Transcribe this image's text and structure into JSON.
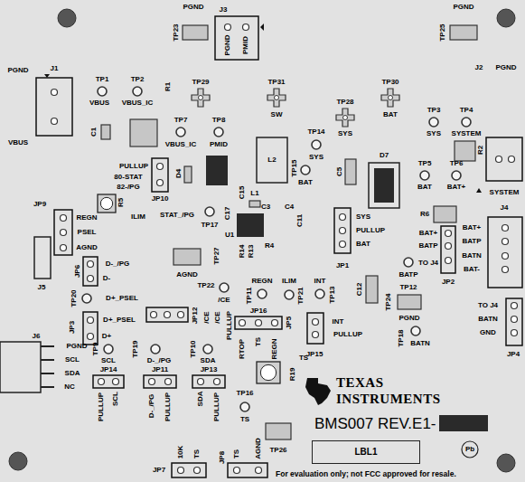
{
  "diagram": {
    "nodes": [
      {
        "text": [
          "LBL1"
        ]
      }
    ],
    "labels": [
      "PGND",
      "TP23",
      "J3",
      "PGND",
      "PMID",
      "PGND",
      "TP25",
      "PGND",
      "J1",
      "VBUS",
      "TP1",
      "VBUS",
      "TP2",
      "VBUS_IC",
      "TP29",
      "TP7",
      "VBUS_IC",
      "TP8",
      "PMID",
      "TP31",
      "SW",
      "TP28",
      "SYS",
      "TP30",
      "BAT",
      "TP3",
      "SYS",
      "TP4",
      "SYSTEM",
      "J2",
      "PGND",
      "SYSTEM",
      "TP14",
      "SYS",
      "TP15",
      "BAT",
      "TP5",
      "BAT",
      "TP6",
      "BAT+",
      "J4",
      "BAT+",
      "BATP",
      "BATN",
      "BAT-",
      "BAT+",
      "BATP",
      "TO J4",
      "JP2",
      "TO J4",
      "BATN",
      "GND",
      "JP4",
      "PGND",
      "TP24",
      "BATP",
      "TP12",
      "C12",
      "TP18",
      "BATN",
      "SYS",
      "PULLUP",
      "BAT",
      "JP1",
      "INT",
      "TP13",
      "INT",
      "PULLUP",
      "JP15",
      "ILIM",
      "TP21",
      "REGN",
      "TP11",
      "JP16",
      "RTOP",
      "TS",
      "REGN",
      "JP5",
      "TS",
      "R19",
      "TEXAS",
      "INSTRUMENTS",
      "BMS007 REV.E1-",
      "For evaluation only; not FCC approved for resale.",
      "TP16",
      "TS",
      "TP26",
      "JP7",
      "10K",
      "TS",
      "JP8",
      "TS",
      "AGND",
      "JP9",
      "REGN",
      "PSEL",
      "AGND",
      "PULLUP",
      "80-STAT",
      "82-/PG",
      "JP10",
      "ILIM",
      "STAT_/PG",
      "TP17",
      "AGND",
      "TP27",
      "JP6",
      "D-_/PG",
      "D-",
      "TP20",
      "D+_PSEL",
      "JP3",
      "D+_PSEL",
      "D+",
      "TP22",
      "/CE",
      "JP12",
      "/CE",
      "/CE",
      "PULLUP",
      "J6",
      "PGND",
      "SCL",
      "SDA",
      "NC",
      "TP9",
      "SCL",
      "TP19",
      "D-_/PG",
      "TP10",
      "SDA",
      "JP14",
      "PULLUP",
      "SCL",
      "JP11",
      "D-_/PG",
      "PULLUP",
      "JP13",
      "SDA",
      "PULLUP",
      "J5",
      "C1",
      "R1",
      "D4",
      "R5",
      "L2",
      "L1",
      "C15",
      "C17",
      "C3",
      "C4",
      "C11",
      "U1",
      "R14",
      "R13",
      "R4",
      "C5",
      "D7",
      "R2",
      "R6",
      "Pb"
    ]
  }
}
